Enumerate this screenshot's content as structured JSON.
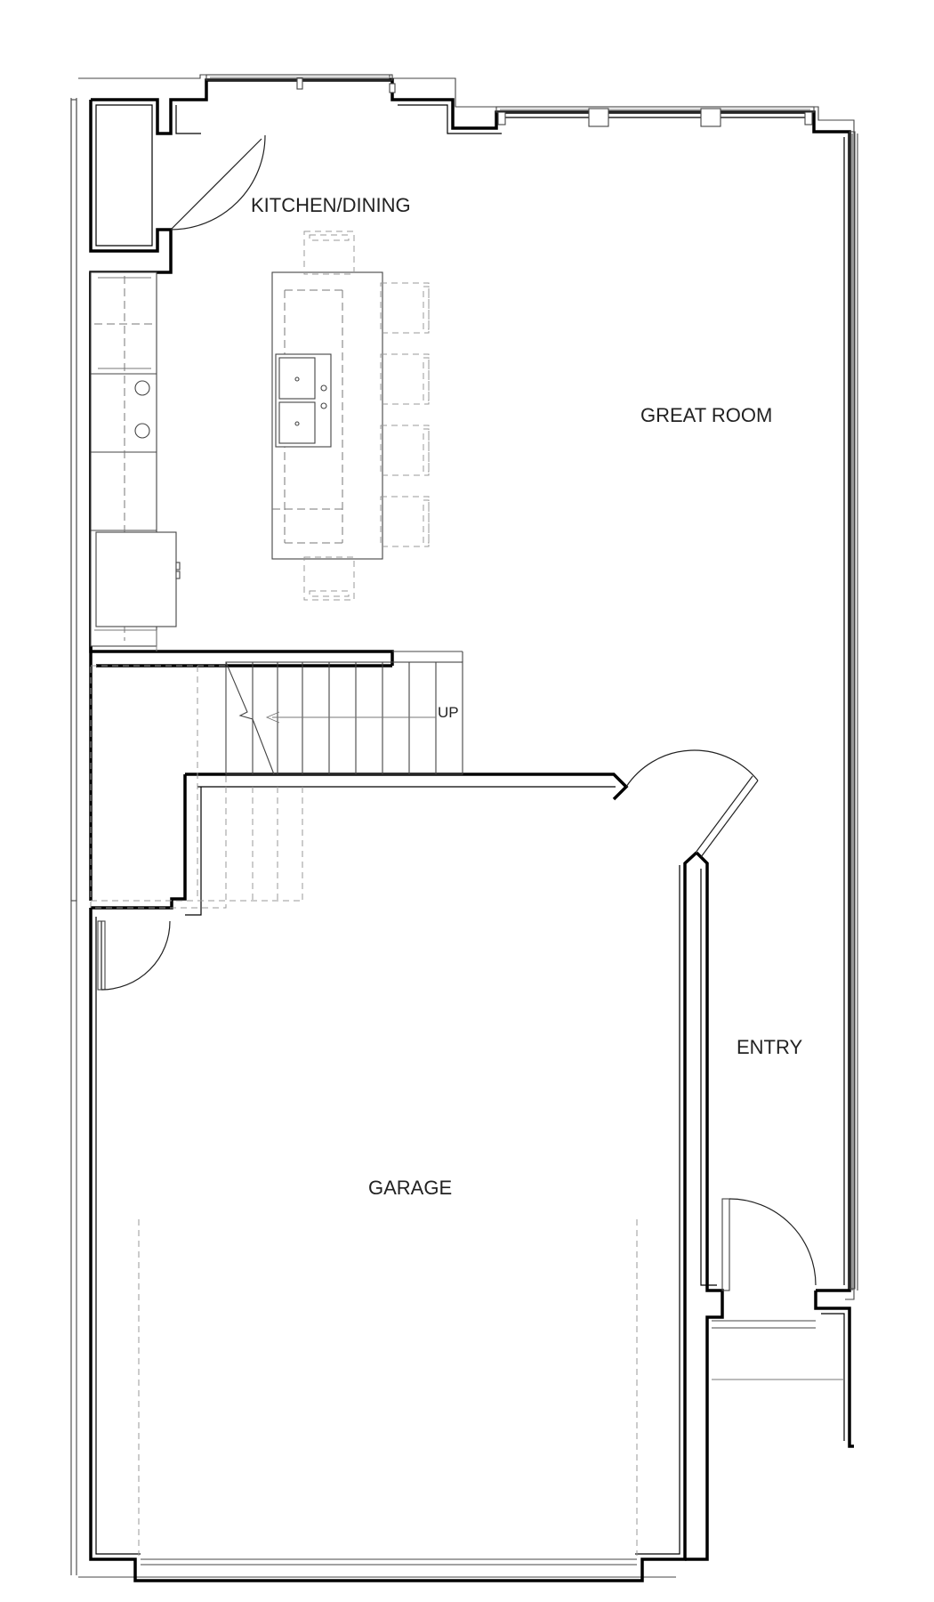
{
  "plan": {
    "rooms": {
      "kitchen_dining": "KITCHEN/DINING",
      "great_room": "GREAT ROOM",
      "entry": "ENTRY",
      "garage": "GARAGE"
    },
    "stair_label": "UP"
  },
  "colors": {
    "wall": "#000000",
    "fixture_line": "#444444",
    "dashed_line": "#777777",
    "background": "#ffffff"
  }
}
